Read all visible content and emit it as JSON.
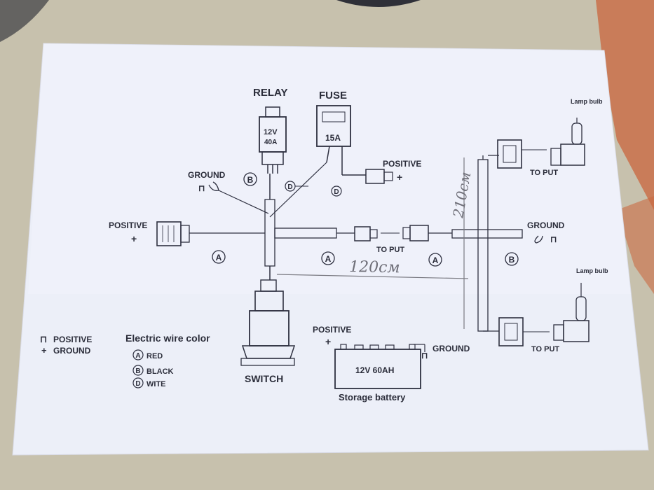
{
  "components": {
    "relay": {
      "title": "RELAY",
      "voltage": "12V",
      "current": "40A"
    },
    "fuse": {
      "title": "FUSE",
      "rating": "15A"
    },
    "switch": {
      "title": "SWITCH"
    },
    "battery": {
      "rating": "12V  60AH",
      "caption": "Storage battery",
      "positive_label": "POSITIVE",
      "ground_label": "GROUND"
    },
    "lamp_top": {
      "caption": "Lamp bulb",
      "connector_label": "TO PUT"
    },
    "lamp_bottom": {
      "caption": "Lamp bulb",
      "connector_label": "TO PUT"
    }
  },
  "terminals": {
    "ground_top_left": "GROUND",
    "positive_fuse": "POSITIVE",
    "positive_left": "POSITIVE",
    "ground_right": "GROUND",
    "connector_mid": "TO PUT"
  },
  "wire_markers": {
    "A": "A",
    "B": "B",
    "D": "D"
  },
  "handwritten": {
    "length_horizontal": "120см",
    "length_vertical": "210см"
  },
  "legend": {
    "positive_symbol": "⊓",
    "positive": "POSITIVE",
    "ground_symbol": "+",
    "ground": "GROUND",
    "color_title": "Electric wire color",
    "colors": [
      {
        "letter": "A",
        "name": "RED"
      },
      {
        "letter": "B",
        "name": "BLACK"
      },
      {
        "letter": "D",
        "name": "WITE"
      }
    ]
  },
  "symbols": {
    "plus": "+",
    "ground": "⊓"
  }
}
